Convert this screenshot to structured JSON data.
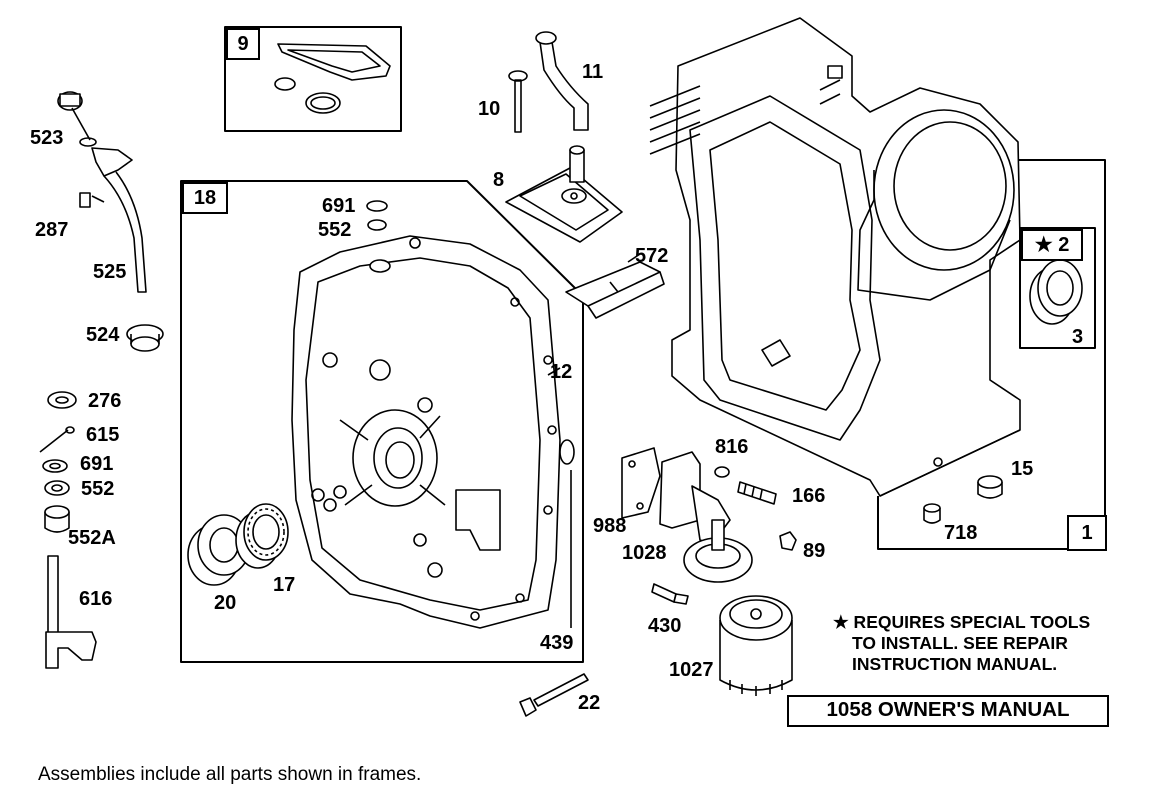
{
  "frames": {
    "frame_9": "9",
    "frame_18": "18",
    "frame_1": "1",
    "frame_2": "2"
  },
  "labels": {
    "p523": "523",
    "p287": "287",
    "p525": "525",
    "p524": "524",
    "p276": "276",
    "p615": "615",
    "p691a": "691",
    "p552a": "552",
    "p552A": "552A",
    "p616": "616",
    "p20": "20",
    "p17": "17",
    "p691b": "691",
    "p552b": "552",
    "p12": "12",
    "p439": "439",
    "p22": "22",
    "p10": "10",
    "p11": "11",
    "p8": "8",
    "p572": "572",
    "p3": "3",
    "p816": "816",
    "p166": "166",
    "p988": "988",
    "p1028": "1028",
    "p89": "89",
    "p430": "430",
    "p1027": "1027",
    "p15": "15",
    "p718": "718"
  },
  "note": {
    "line1": "★ REQUIRES SPECIAL TOOLS",
    "line2": "TO INSTALL.  SEE REPAIR",
    "line3": "INSTRUCTION MANUAL."
  },
  "star_symbol": "★",
  "manual_label": "1058 OWNER'S MANUAL",
  "footnote": "Assemblies include all parts shown in frames."
}
